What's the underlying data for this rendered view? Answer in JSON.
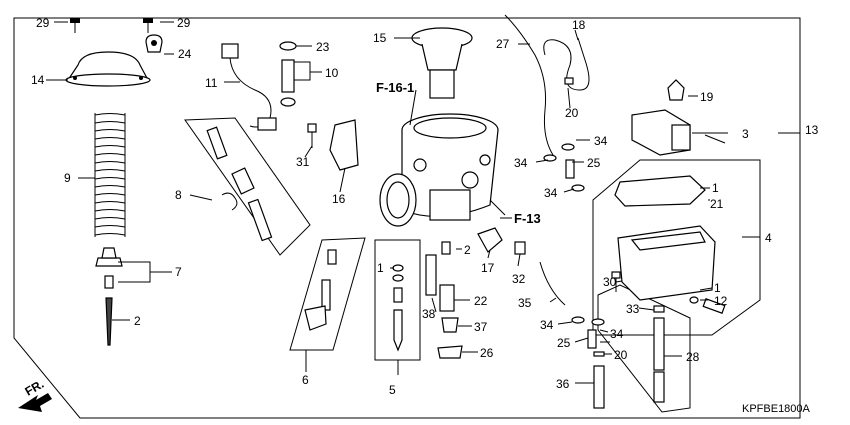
{
  "diagram": {
    "code": "KPFBE1800A",
    "front_label": "FR.",
    "refs": {
      "f16": "F-16-1",
      "f13": "F-13"
    },
    "callouts": {
      "c1a": "1",
      "c1b": "1",
      "c1c": "1",
      "c2a": "2",
      "c2b": "2",
      "c3": "3",
      "c4": "4",
      "c5": "5",
      "c6": "6",
      "c7": "7",
      "c8": "8",
      "c9": "9",
      "c10": "10",
      "c11": "11",
      "c12": "12",
      "c13": "13",
      "c14": "14",
      "c15": "15",
      "c16": "16",
      "c17": "17",
      "c18": "18",
      "c19": "19",
      "c20a": "20",
      "c20b": "20",
      "c21": "21",
      "c22": "22",
      "c23": "23",
      "c24": "24",
      "c25a": "25",
      "c25b": "25",
      "c26": "26",
      "c27": "27",
      "c28": "28",
      "c29a": "29",
      "c29b": "29",
      "c30": "30",
      "c31": "31",
      "c32": "32",
      "c33": "33",
      "c34a": "34",
      "c34b": "34",
      "c34c": "34",
      "c34d": "34",
      "c34e": "34",
      "c35": "35",
      "c36": "36",
      "c37": "37",
      "c38": "38"
    }
  }
}
